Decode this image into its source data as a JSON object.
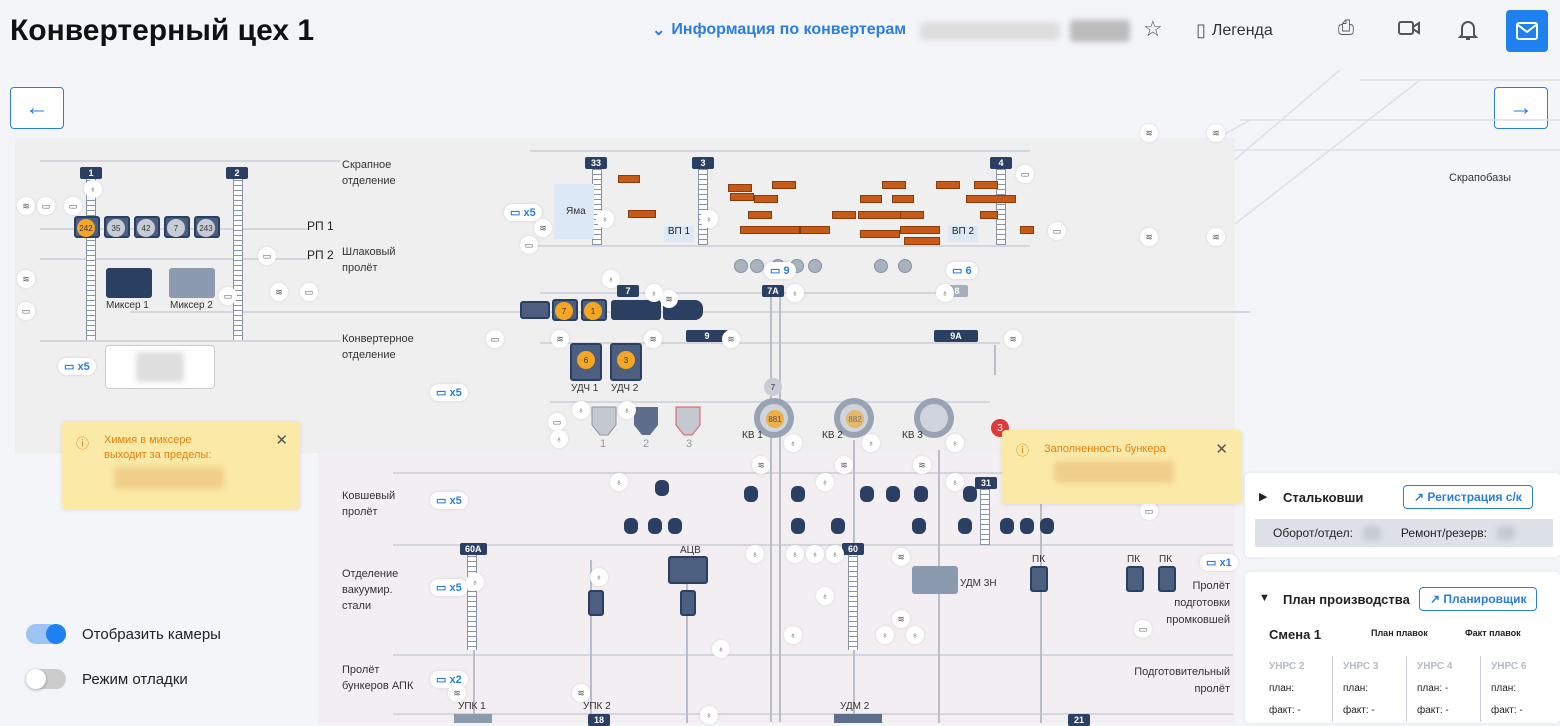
{
  "header": {
    "title": "Конвертерный цех 1",
    "info_link": "Информация по конвертерам",
    "legend": "Легенда"
  },
  "map": {
    "zones_upper": {
      "scrap": "Скрапное отделение",
      "slag": "Шлаковый пролёт",
      "converter": "Конвертерное отделение",
      "scrapbase": "Скрапобазы"
    },
    "zones_lower": {
      "ladle": "Ковшевый пролёт",
      "vacuum": "Отделение вакуумир. стали",
      "apk": "Пролёт бункеров АПК",
      "tundish": "Пролёт подготовки промковшей",
      "prep": "Подготовительный пролёт"
    },
    "rails": [
      "РП 1",
      "РП 2"
    ],
    "cranes": [
      "1",
      "2",
      "33",
      "3",
      "4",
      "7",
      "7А",
      "8",
      "9",
      "9А",
      "31",
      "60А",
      "60",
      "18",
      "21"
    ],
    "ladles_rp1": [
      "242",
      "35",
      "42",
      "7",
      "243"
    ],
    "mixers": [
      "Миксер 1",
      "Миксер 2"
    ],
    "pit": "Яма",
    "vp": [
      "ВП 1",
      "ВП 2"
    ],
    "conveyor_ladles": [
      "7",
      "1"
    ],
    "udch": [
      {
        "name": "УДЧ 1",
        "value": "6"
      },
      {
        "name": "УДЧ 2",
        "value": "3"
      }
    ],
    "hoppers": [
      "1",
      "2",
      "3"
    ],
    "converters": [
      {
        "name": "КВ 1",
        "value": "881"
      },
      {
        "name": "КВ 2",
        "value": "882"
      },
      {
        "name": "КВ 3",
        "value": ""
      }
    ],
    "kv1_top": "7",
    "units": {
      "acv": "АЦВ",
      "udm3n": "УДМ 3Н",
      "pk": "ПК",
      "upk1": "УПК 1",
      "upk2": "УПК 2",
      "udm2": "УДМ 2"
    },
    "cameras": [
      "x5",
      "x5",
      "x5",
      "9",
      "6",
      "x5",
      "x5",
      "x1",
      "x2"
    ],
    "notif_count": "3"
  },
  "alerts": [
    {
      "title": "Химия в миксере выходит за пределы:"
    },
    {
      "title": "Заполненность бункера"
    }
  ],
  "ladles_panel": {
    "title": "Стальковши",
    "button": "Регистрация с/к",
    "turnover": "Оборот/отдел:",
    "repair": "Ремонт/резерв:"
  },
  "plan_panel": {
    "title": "План производства",
    "button": "Планировщик",
    "shift": "Смена 1",
    "plan_heats": "План плавок",
    "fact_heats": "Факт плавок",
    "columns": [
      {
        "name": "УНРС 2",
        "plan": "план:",
        "fact": "факт: -"
      },
      {
        "name": "УНРС 3",
        "plan": "план:",
        "fact": "факт: -"
      },
      {
        "name": "УНРС 4",
        "plan": "план: -",
        "fact": "факт: -"
      },
      {
        "name": "УНРС 6",
        "plan": "план:",
        "fact": "факт: -"
      }
    ]
  },
  "toggles": [
    {
      "label": "Отобразить камеры",
      "on": true
    },
    {
      "label": "Режим отладки",
      "on": false
    }
  ],
  "colors": {
    "accent": "#1f80f0",
    "navy": "#2b3f63",
    "orange": "#c85a17",
    "alert": "#fbe9a8"
  }
}
